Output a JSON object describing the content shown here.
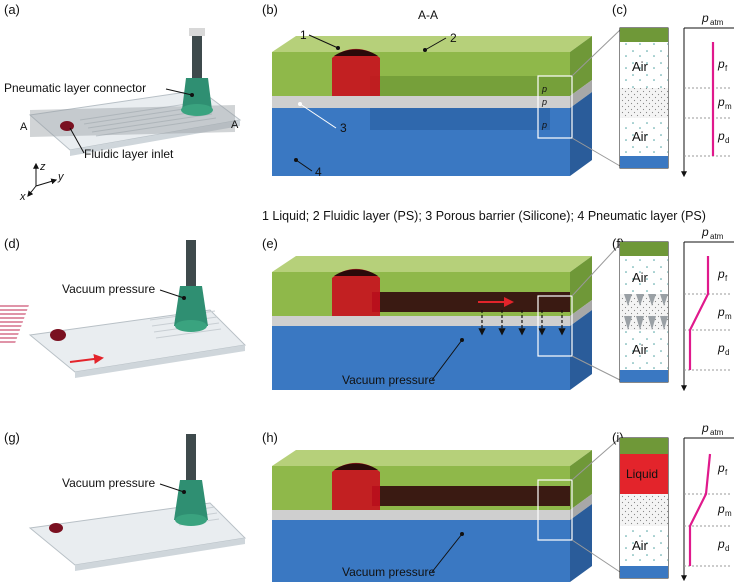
{
  "panels": {
    "a": "(a)",
    "b": "(b)",
    "c": "(c)",
    "d": "(d)",
    "e": "(e)",
    "f": "(f)",
    "g": "(g)",
    "h": "(h)",
    "i": "(i)"
  },
  "row1": {
    "pneumatic_connector": "Pneumatic layer connector",
    "fluidic_inlet": "Fluidic layer inlet",
    "section_left": "A",
    "section_right": "A",
    "section_title": "A-A",
    "axis_z": "z",
    "axis_y": "y",
    "axis_x": "x",
    "callout_1": "1",
    "callout_2": "2",
    "callout_3": "3",
    "callout_4": "4",
    "legend": "1 Liquid; 2 Fluidic layer (PS); 3 Porous barrier (Silicone); 4 Pneumatic layer (PS)"
  },
  "row2": {
    "vacuum_photo": "Vacuum pressure",
    "vacuum_section": "Vacuum pressure"
  },
  "row3": {
    "vacuum_photo": "Vacuum pressure",
    "vacuum_section": "Vacuum pressure"
  },
  "pressure": {
    "p_atm": "p",
    "p_atm_sub": "atm",
    "p_f": "p",
    "p_f_sub": "f",
    "p_m": "p",
    "p_m_sub": "m",
    "p_d": "p",
    "p_d_sub": "d"
  },
  "columns": {
    "air": "Air",
    "liquid": "Liquid"
  },
  "colors": {
    "fluidic_green": "#8fb84a",
    "pneumatic_blue": "#3a78c2",
    "liquid_red": "#e3242b",
    "pressure_magenta": "#e0198c"
  }
}
